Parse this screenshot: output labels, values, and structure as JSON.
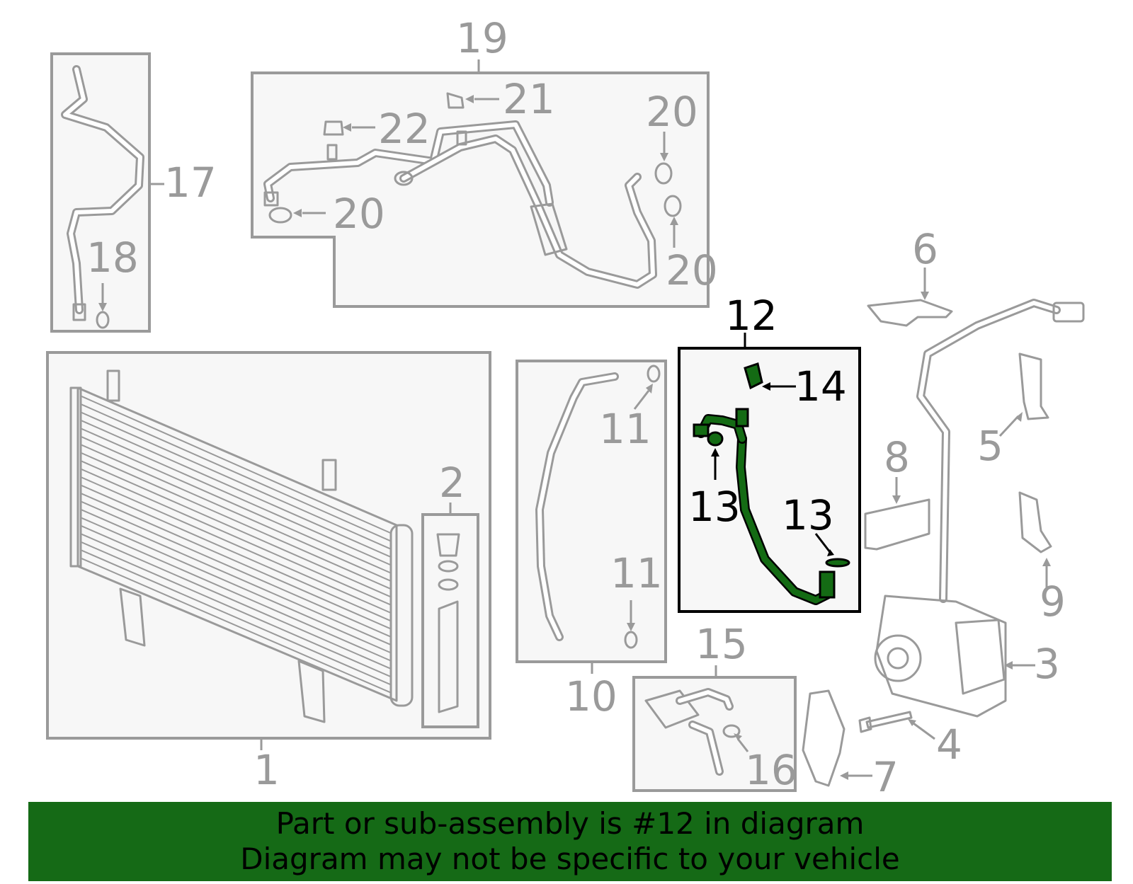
{
  "diagram": {
    "highlighted_part": "12",
    "callouts": [
      {
        "id": "c1",
        "text": "1"
      },
      {
        "id": "c2",
        "text": "2"
      },
      {
        "id": "c3",
        "text": "3"
      },
      {
        "id": "c4",
        "text": "4"
      },
      {
        "id": "c5",
        "text": "5"
      },
      {
        "id": "c6",
        "text": "6"
      },
      {
        "id": "c7",
        "text": "7"
      },
      {
        "id": "c8",
        "text": "8"
      },
      {
        "id": "c9",
        "text": "9"
      },
      {
        "id": "c10",
        "text": "10"
      },
      {
        "id": "c11a",
        "text": "11"
      },
      {
        "id": "c11b",
        "text": "11"
      },
      {
        "id": "c12",
        "text": "12"
      },
      {
        "id": "c13a",
        "text": "13"
      },
      {
        "id": "c13b",
        "text": "13"
      },
      {
        "id": "c14",
        "text": "14"
      },
      {
        "id": "c15",
        "text": "15"
      },
      {
        "id": "c16",
        "text": "16"
      },
      {
        "id": "c17",
        "text": "17"
      },
      {
        "id": "c18",
        "text": "18"
      },
      {
        "id": "c19",
        "text": "19"
      },
      {
        "id": "c20a",
        "text": "20"
      },
      {
        "id": "c20b",
        "text": "20"
      },
      {
        "id": "c20c",
        "text": "20"
      },
      {
        "id": "c21",
        "text": "21"
      },
      {
        "id": "c22",
        "text": "22"
      }
    ],
    "colors": {
      "line_gray": "#9a9a9a",
      "highlight_green": "#146b14",
      "banner_green": "#156a16",
      "panel_fill": "#f7f7f7"
    }
  },
  "banner": {
    "line1": "Part or sub-assembly is #12 in diagram",
    "line2": "Diagram may not be specific to your vehicle"
  }
}
